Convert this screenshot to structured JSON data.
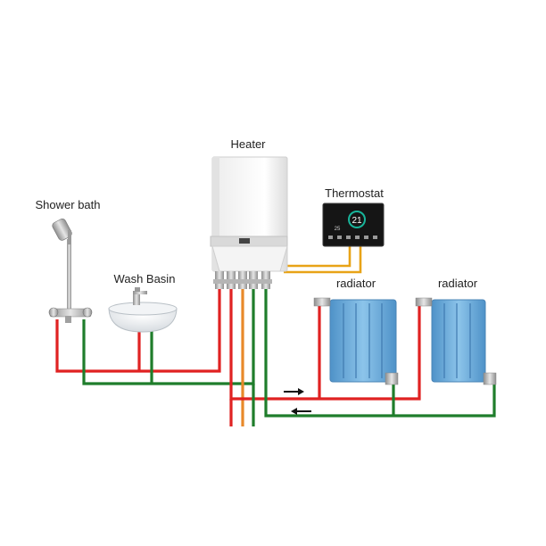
{
  "labels": {
    "heater": "Heater",
    "thermostat": "Thermostat",
    "shower": "Shower bath",
    "basin": "Wash Basin",
    "radiator_1": "radiator",
    "radiator_2": "radiator"
  },
  "thermostat_display": {
    "temperature": "21",
    "set_point": "25"
  },
  "colors": {
    "hot_supply": "#e02222",
    "return": "#1f7d2b",
    "gas": "#e8892a",
    "control_wire": "#e8a317",
    "radiator": "#6aa9d6",
    "thermostat_screen": "#151515"
  },
  "arrows": {
    "supply_direction": "right",
    "return_direction": "left"
  }
}
